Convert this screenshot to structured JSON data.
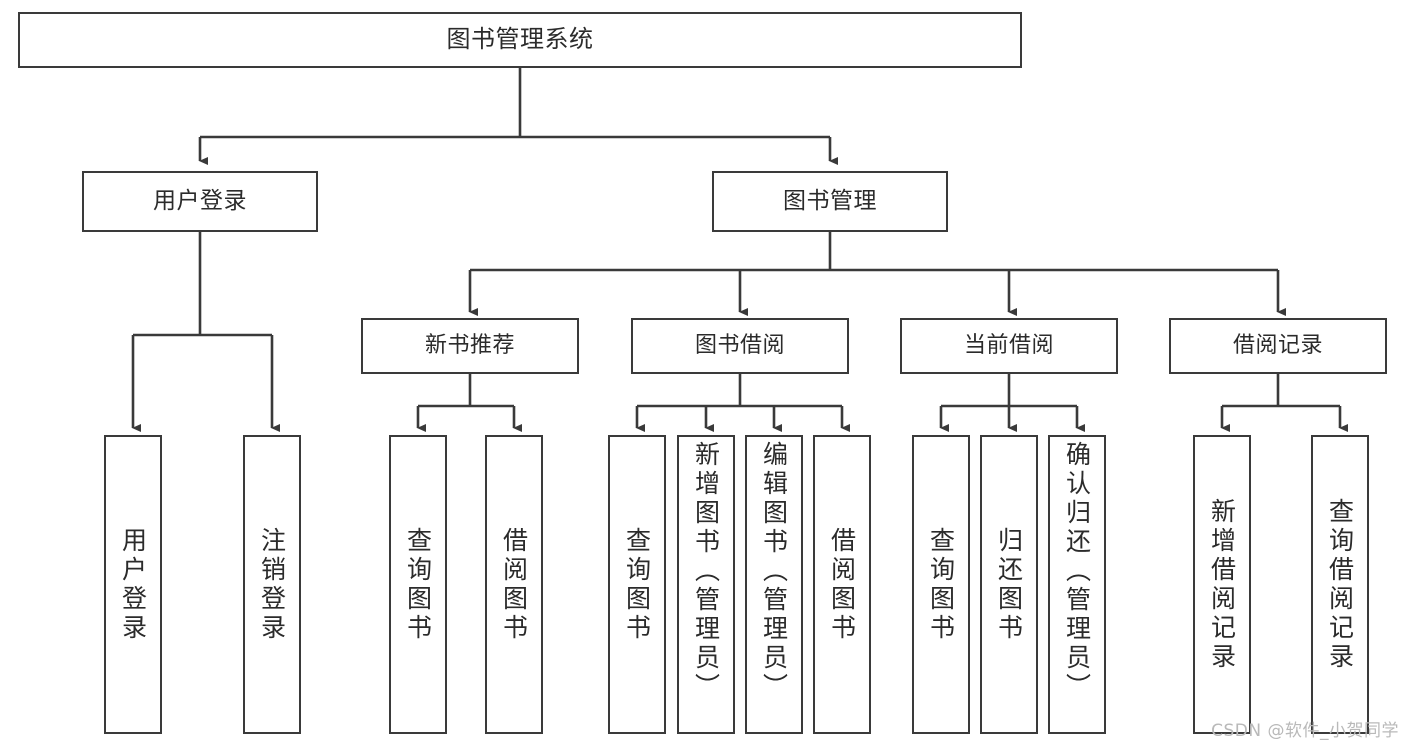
{
  "diagram": {
    "title": "图书管理系统",
    "type": "tree-hierarchy",
    "orientation": "top-down",
    "colors": {
      "stroke": "#3a3a3a",
      "fill": "#ffffff",
      "text": "#2b2b2b",
      "watermark": "#b9b9b9"
    },
    "root": {
      "label": "图书管理系统"
    },
    "level2": [
      {
        "label": "用户登录"
      },
      {
        "label": "图书管理"
      }
    ],
    "level3": [
      {
        "label": "新书推荐"
      },
      {
        "label": "图书借阅"
      },
      {
        "label": "当前借阅"
      },
      {
        "label": "借阅记录"
      }
    ],
    "leaves": {
      "user_login": [
        {
          "label": "用户登录"
        },
        {
          "label": "注销登录"
        }
      ],
      "new_book": [
        {
          "label": "查询图书"
        },
        {
          "label": "借阅图书"
        }
      ],
      "book_borrow": [
        {
          "label": "查询图书"
        },
        {
          "label": "新增图书（管理员）"
        },
        {
          "label": "编辑图书（管理员）"
        },
        {
          "label": "借阅图书"
        }
      ],
      "current_borrow": [
        {
          "label": "查询图书"
        },
        {
          "label": "归还图书"
        },
        {
          "label": "确认归还（管理员）"
        }
      ],
      "borrow_record": [
        {
          "label": "新增借阅记录"
        },
        {
          "label": "查询借阅记录"
        }
      ]
    },
    "watermark": "CSDN @软件_小贺同学"
  }
}
